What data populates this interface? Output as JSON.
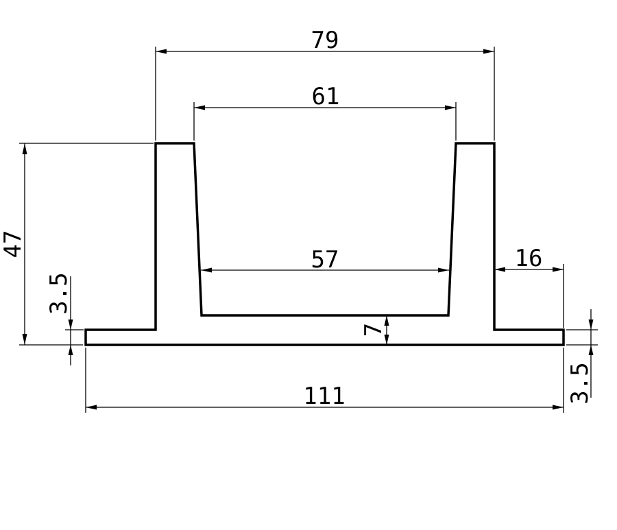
{
  "drawing": {
    "line_color": "#000000",
    "background": "#ffffff",
    "dimensions": {
      "overall_top_width": "79",
      "inner_top_width": "61",
      "inner_bottom_width": "57",
      "right_flange_width": "16",
      "total_height": "47",
      "left_flange_thickness": "3.5",
      "right_flange_thickness": "3.5",
      "base_thickness": "7",
      "total_width": "111"
    }
  }
}
